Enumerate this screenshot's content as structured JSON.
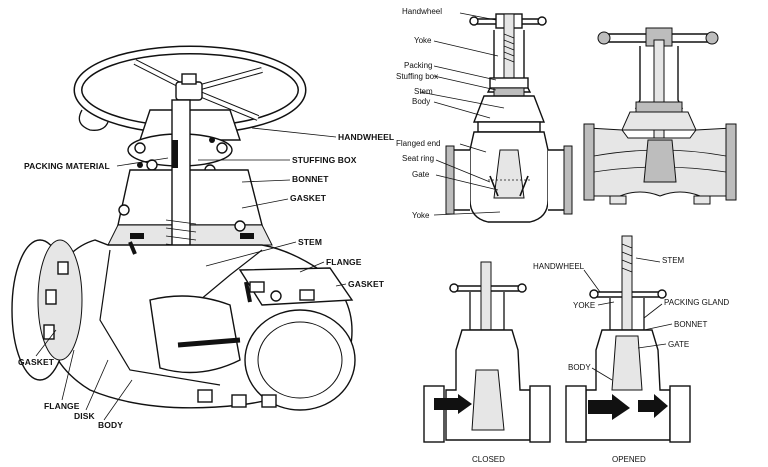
{
  "iso_view": {
    "labels": {
      "handwheel": "HANDWHEEL",
      "packing_material": "PACKING MATERIAL",
      "stuffing_box": "STUFFING BOX",
      "bonnet": "BONNET",
      "gasket_top": "GASKET",
      "stem": "STEM",
      "flange_right": "FLANGE",
      "gasket_right": "GASKET",
      "gasket_left": "GASKET",
      "flange_left": "FLANGE",
      "disk": "DISK",
      "body": "BODY"
    }
  },
  "section_view": {
    "labels": {
      "handwheel": "Handwheel",
      "yoke_top": "Yoke",
      "packing": "Packing",
      "stuffing_box": "Stuffing box",
      "stem": "Stem",
      "body": "Body",
      "flanged_end": "Flanged end",
      "seat_ring": "Seat ring",
      "gate": "Gate",
      "yoke_bottom": "Yoke"
    }
  },
  "states_view": {
    "labels": {
      "handwheel": "HANDWHEEL",
      "stem": "STEM",
      "yoke": "YOKE",
      "packing_gland": "PACKING GLAND",
      "bonnet": "BONNET",
      "gate": "GATE",
      "body": "BODY"
    },
    "captions": {
      "closed": "CLOSED",
      "opened": "OPENED"
    }
  }
}
